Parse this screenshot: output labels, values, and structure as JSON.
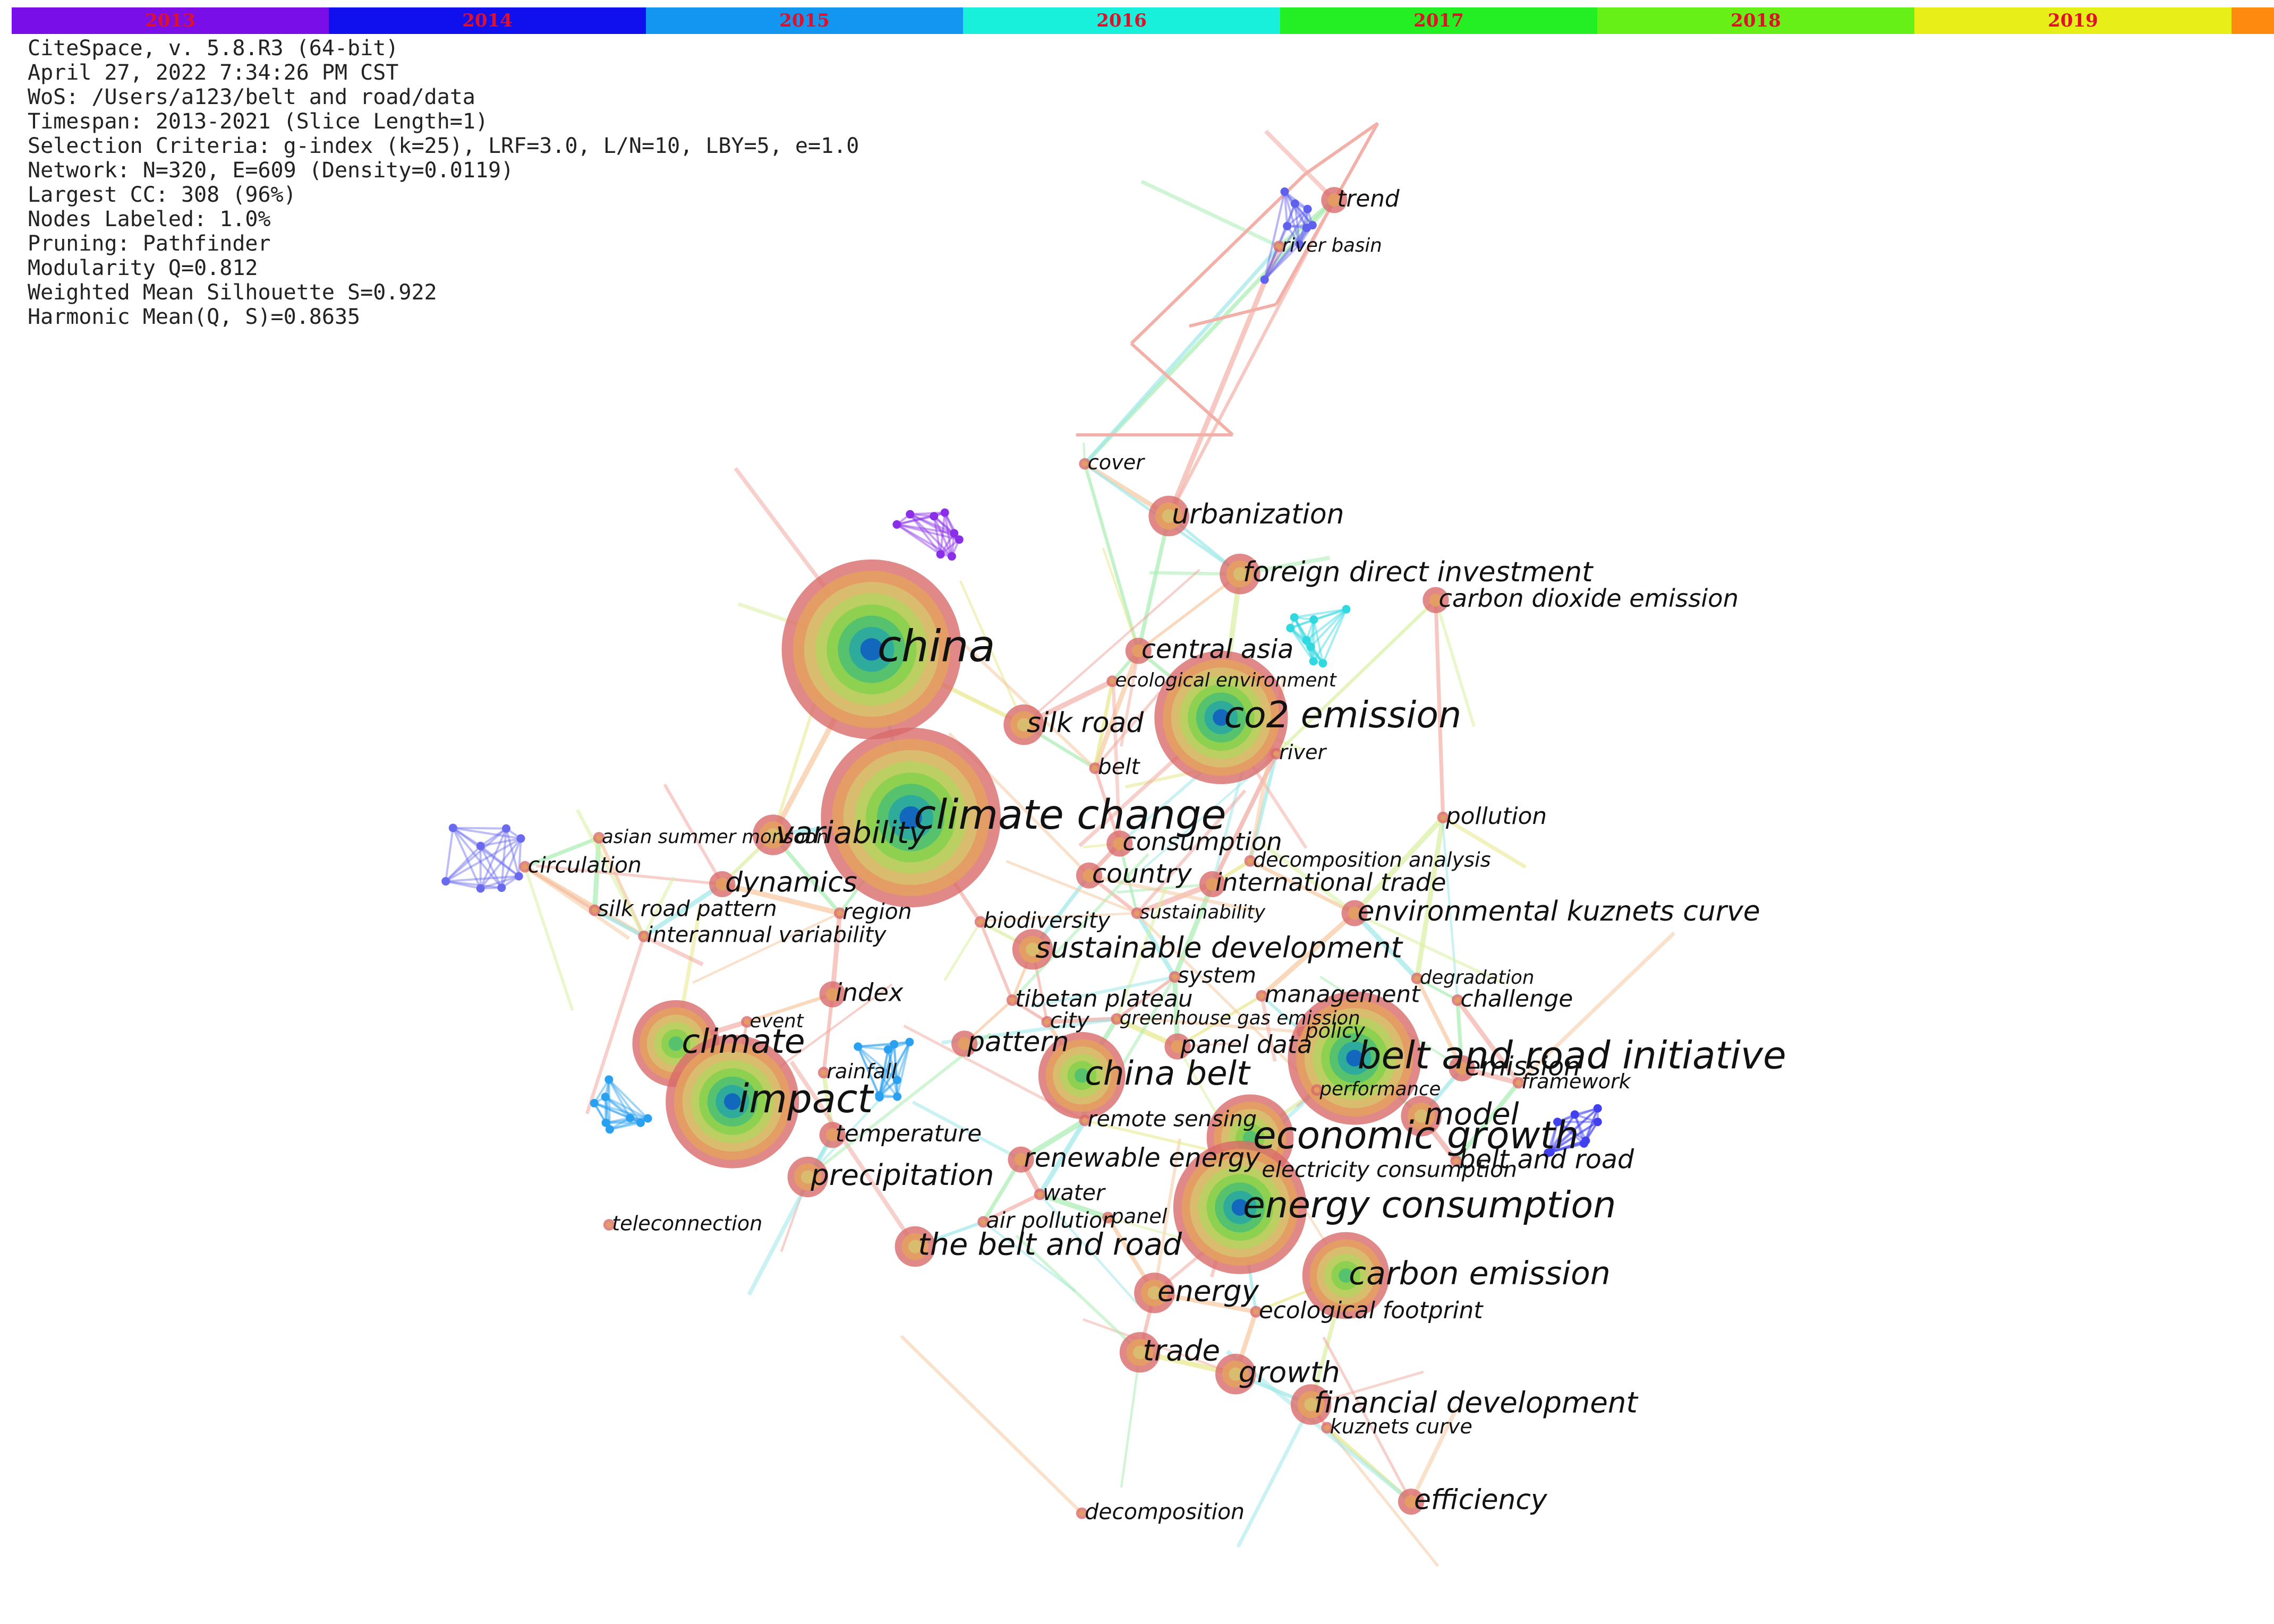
{
  "timeline": [
    {
      "year": "2013",
      "color": "#7a0ee8"
    },
    {
      "year": "2014",
      "color": "#1010ee"
    },
    {
      "year": "2015",
      "color": "#1296f0"
    },
    {
      "year": "2016",
      "color": "#18f0dc"
    },
    {
      "year": "2017",
      "color": "#22f022"
    },
    {
      "year": "2018",
      "color": "#66f018"
    },
    {
      "year": "2019",
      "color": "#e6f018"
    },
    {
      "year": "",
      "color": "#ff8a10"
    }
  ],
  "info_lines": [
    "CiteSpace, v. 5.8.R3 (64-bit)",
    "April 27, 2022 7:34:26 PM CST",
    "WoS: /Users/a123/belt and road/data",
    "Timespan: 2013-2021 (Slice Length=1)",
    "Selection Criteria: g-index (k=25), LRF=3.0, L/N=10, LBY=5, e=1.0",
    "Network: N=320, E=609 (Density=0.0119)",
    "Largest CC: 308 (96%)",
    "Nodes Labeled: 1.0%",
    "Pruning: Pathfinder",
    "Modularity Q=0.812",
    "Weighted Mean Silhouette S=0.922",
    "Harmonic Mean(Q, S)=0.8635"
  ],
  "nodes": [
    {
      "label": "trend",
      "size": "s"
    },
    {
      "label": "river basin",
      "size": "xs"
    },
    {
      "label": "cover",
      "size": "xs"
    },
    {
      "label": "urbanization",
      "size": "m"
    },
    {
      "label": "foreign direct investment",
      "size": "m"
    },
    {
      "label": "carbon dioxide emission",
      "size": "s"
    },
    {
      "label": "china",
      "size": "xxl"
    },
    {
      "label": "central asia",
      "size": "s"
    },
    {
      "label": "ecological environment",
      "size": "xs"
    },
    {
      "label": "co2 emission",
      "size": "xl"
    },
    {
      "label": "silk road",
      "size": "m"
    },
    {
      "label": "river",
      "size": "xs"
    },
    {
      "label": "belt",
      "size": "xs"
    },
    {
      "label": "climate change",
      "size": "xxl"
    },
    {
      "label": "variability",
      "size": "m"
    },
    {
      "label": "asian summer monsoon",
      "size": "xs"
    },
    {
      "label": "circulation",
      "size": "xs"
    },
    {
      "label": "pollution",
      "size": "xs"
    },
    {
      "label": "consumption",
      "size": "s"
    },
    {
      "label": "decomposition analysis",
      "size": "xs"
    },
    {
      "label": "dynamics",
      "size": "s"
    },
    {
      "label": "country",
      "size": "s"
    },
    {
      "label": "international trade",
      "size": "s"
    },
    {
      "label": "silk road pattern",
      "size": "xs"
    },
    {
      "label": "region",
      "size": "xs"
    },
    {
      "label": "interannual variability",
      "size": "xs"
    },
    {
      "label": "biodiversity",
      "size": "xs"
    },
    {
      "label": "sustainability",
      "size": "xs"
    },
    {
      "label": "environmental kuznets curve",
      "size": "s"
    },
    {
      "label": "sustainable development",
      "size": "m"
    },
    {
      "label": "system",
      "size": "xs"
    },
    {
      "label": "degradation",
      "size": "xs"
    },
    {
      "label": "index",
      "size": "s"
    },
    {
      "label": "tibetan plateau",
      "size": "xs"
    },
    {
      "label": "management",
      "size": "xs"
    },
    {
      "label": "challenge",
      "size": "xs"
    },
    {
      "label": "greenhouse gas emission",
      "size": "xs"
    },
    {
      "label": "city",
      "size": "xs"
    },
    {
      "label": "event",
      "size": "xs"
    },
    {
      "label": "policy",
      "size": "xs"
    },
    {
      "label": "climate",
      "size": "l"
    },
    {
      "label": "pattern",
      "size": "s"
    },
    {
      "label": "panel data",
      "size": "s"
    },
    {
      "label": "belt and road initiative",
      "size": "xl"
    },
    {
      "label": "emission",
      "size": "s"
    },
    {
      "label": "rainfall",
      "size": "xs"
    },
    {
      "label": "china belt",
      "size": "l"
    },
    {
      "label": "performance",
      "size": "xs"
    },
    {
      "label": "framework",
      "size": "xs"
    },
    {
      "label": "impact",
      "size": "xl"
    },
    {
      "label": "model",
      "size": "m"
    },
    {
      "label": "remote sensing",
      "size": "xs"
    },
    {
      "label": "economic growth",
      "size": "l"
    },
    {
      "label": "temperature",
      "size": "s"
    },
    {
      "label": "belt and road",
      "size": "xs"
    },
    {
      "label": "renewable energy",
      "size": "s"
    },
    {
      "label": "electricity consumption",
      "size": "xs"
    },
    {
      "label": "precipitation",
      "size": "m"
    },
    {
      "label": "water",
      "size": "xs"
    },
    {
      "label": "energy consumption",
      "size": "xl"
    },
    {
      "label": "air pollution",
      "size": "xs"
    },
    {
      "label": "panel",
      "size": "xs"
    },
    {
      "label": "teleconnection",
      "size": "xs"
    },
    {
      "label": "the belt and road",
      "size": "m"
    },
    {
      "label": "carbon emission",
      "size": "l"
    },
    {
      "label": "energy",
      "size": "m"
    },
    {
      "label": "ecological footprint",
      "size": "xs"
    },
    {
      "label": "trade",
      "size": "m"
    },
    {
      "label": "growth",
      "size": "m"
    },
    {
      "label": "financial development",
      "size": "m"
    },
    {
      "label": "kuznets curve",
      "size": "xs"
    },
    {
      "label": "efficiency",
      "size": "s"
    },
    {
      "label": "decomposition",
      "size": "xs"
    }
  ]
}
